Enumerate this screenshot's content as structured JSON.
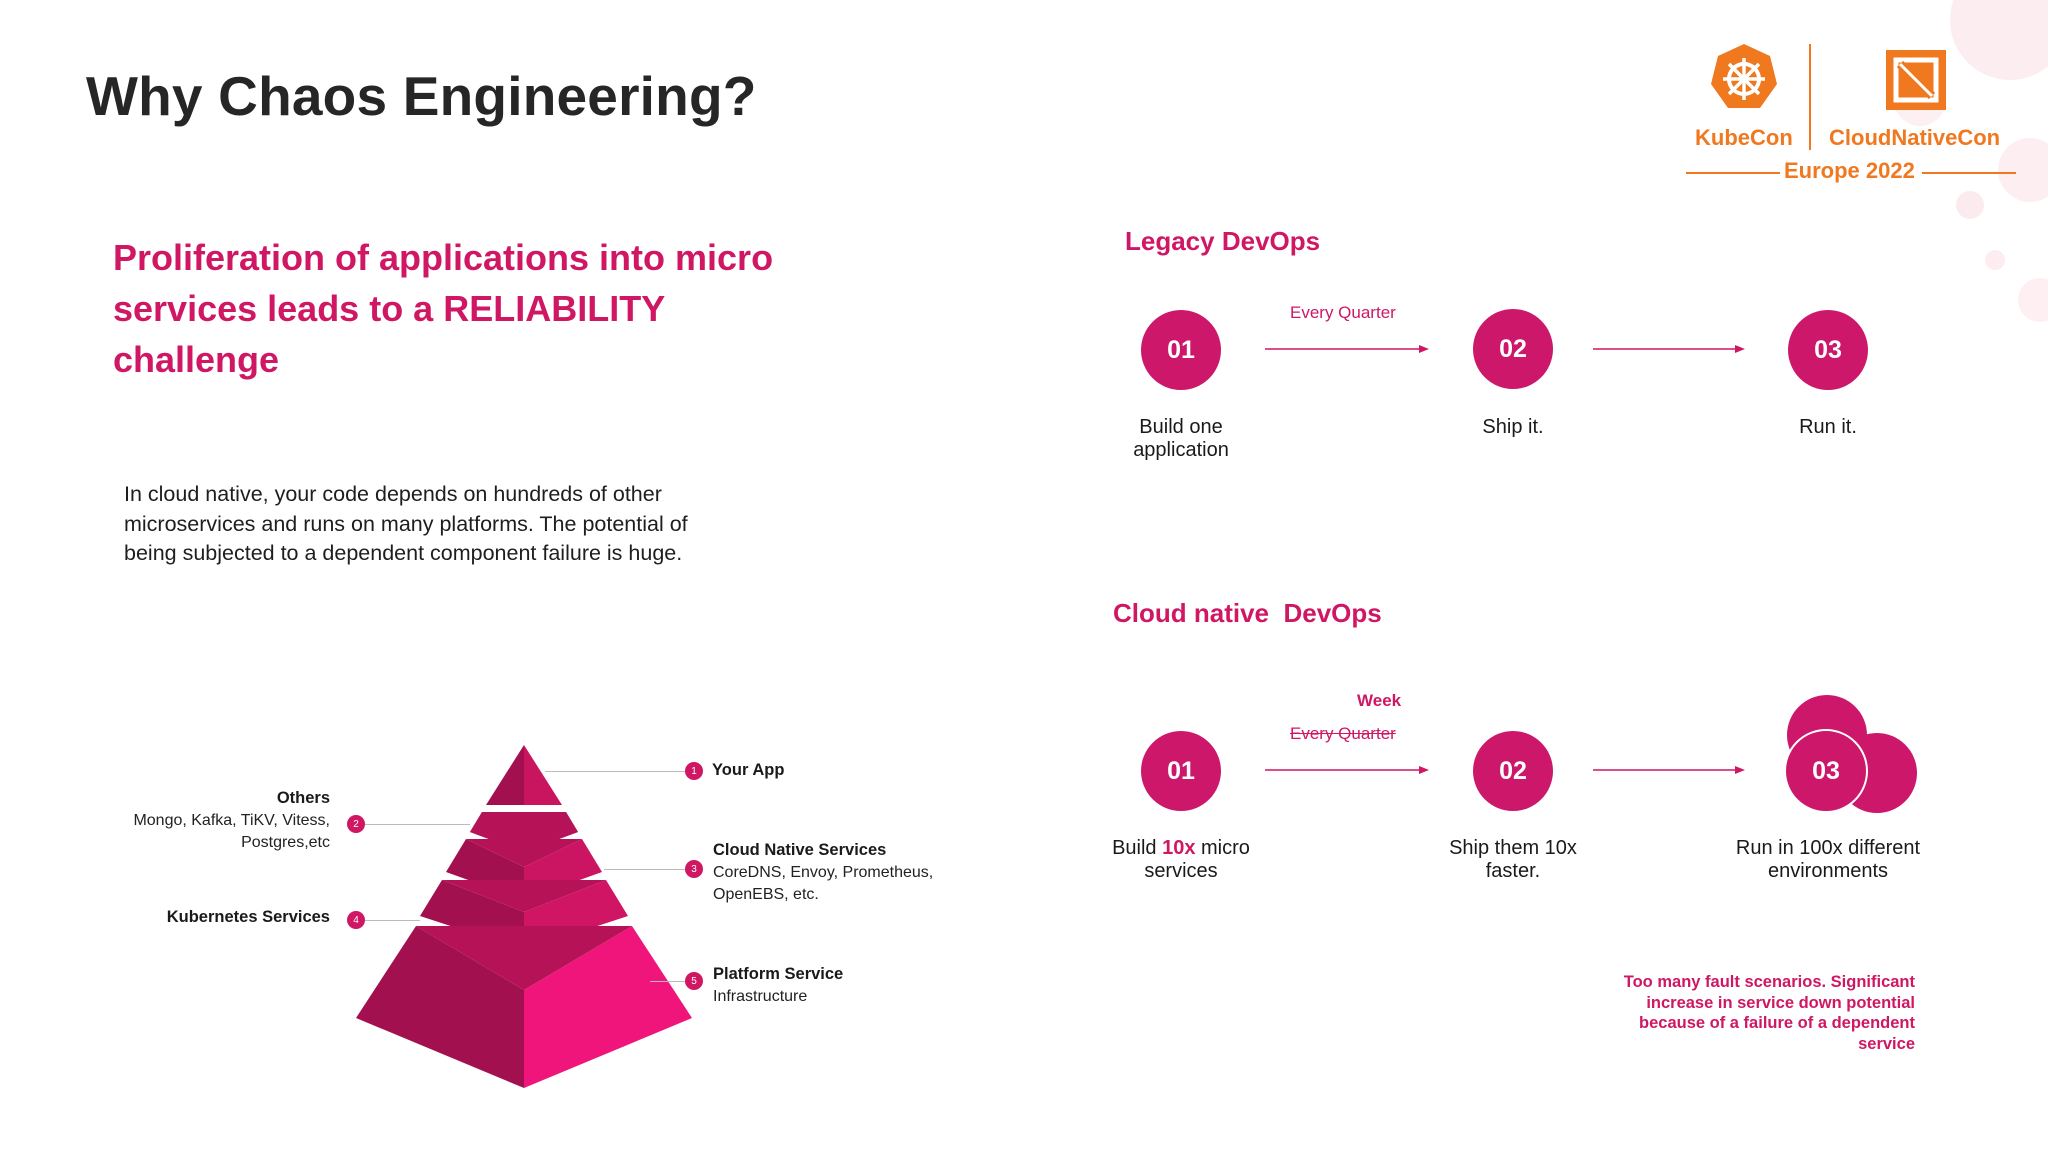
{
  "title": "Why Chaos Engineering?",
  "subtitle": "Proliferation of applications into micro services leads to a RELIABILITY challenge",
  "body": "In cloud native, your code depends on hundreds of other microservices and runs on many platforms. The potential of being subjected to a dependent component failure is huge.",
  "logo": {
    "kubecon": "KubeCon",
    "cloudnativecon": "CloudNativeCon",
    "event": "Europe 2022",
    "kubecon_icon": "helm-wheel-icon",
    "cnc_icon": "cncf-square-icon"
  },
  "legacy": {
    "heading": "Legacy DevOps",
    "arrow_label": "Every Quarter",
    "steps": [
      {
        "num": "01",
        "caption_line1": "Build one",
        "caption_line2": "application"
      },
      {
        "num": "02",
        "caption_line1": "Ship it.",
        "caption_line2": ""
      },
      {
        "num": "03",
        "caption_line1": "Run it.",
        "caption_line2": ""
      }
    ]
  },
  "cloud": {
    "heading": "Cloud native  DevOps",
    "arrow_label_new": "Week",
    "arrow_label_old": "Every Quarter",
    "steps": [
      {
        "num": "01",
        "caption_pre": "Build ",
        "caption_highlight": "10x",
        "caption_post": " micro",
        "caption_line2": "services"
      },
      {
        "num": "02",
        "caption_line1": "Ship them 10x",
        "caption_line2": "faster."
      },
      {
        "num": "03",
        "caption_line1": "Run in 100x different",
        "caption_line2": "environments"
      }
    ],
    "note": [
      "Too many fault scenarios. Significant",
      "increase in service down potential",
      "because of a failure of a dependent",
      "service"
    ]
  },
  "pyramid": {
    "levels": [
      {
        "num": "1",
        "title": "Your App",
        "detail": ""
      },
      {
        "num": "2",
        "title": "Others",
        "detail_line1": "Mongo, Kafka, TiKV, Vitess,",
        "detail_line2": "Postgres,etc"
      },
      {
        "num": "3",
        "title": "Cloud Native Services",
        "detail_line1": "CoreDNS, Envoy, Prometheus,",
        "detail_line2": "OpenEBS, etc."
      },
      {
        "num": "4",
        "title": "Kubernetes Services",
        "detail": ""
      },
      {
        "num": "5",
        "title": "Platform Service",
        "detail_line1": "Infrastructure"
      }
    ]
  },
  "colors": {
    "accent": "#cf1764",
    "circle": "#cc176a",
    "logo_orange": "#f0781e",
    "pyramid_dark": "#a3104f",
    "pyramid_light": "#d2156a"
  }
}
